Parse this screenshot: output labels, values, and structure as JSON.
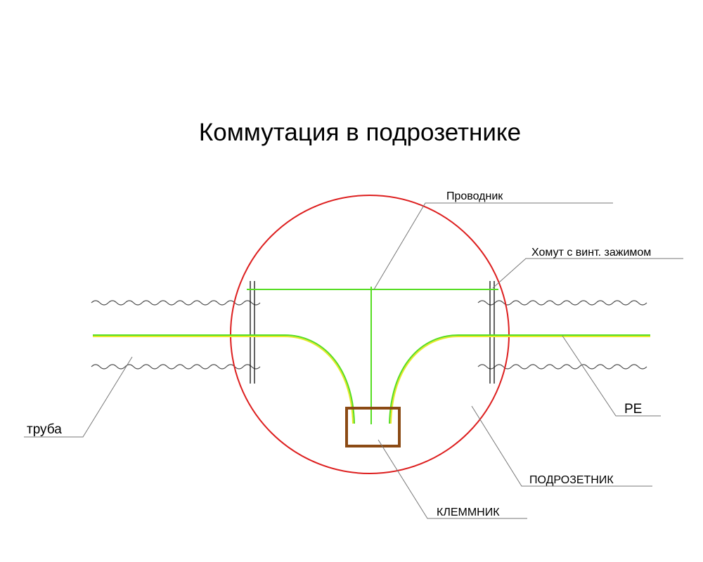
{
  "title": "Коммутация в подрозетнике",
  "labels": {
    "conductor": "Проводник",
    "clamp": "Хомут с винт. зажимом",
    "pe": "PE",
    "pipe": "труба",
    "box": "ПОДРОЗЕТНИК",
    "terminal": "КЛЕММНИК"
  },
  "colors": {
    "box_outline": "#dd1f1f",
    "conductor_green": "#55dd22",
    "pe_yellow": "#e8e82a",
    "terminal_brown": "#8b4a14",
    "leader_gray": "#777777"
  }
}
